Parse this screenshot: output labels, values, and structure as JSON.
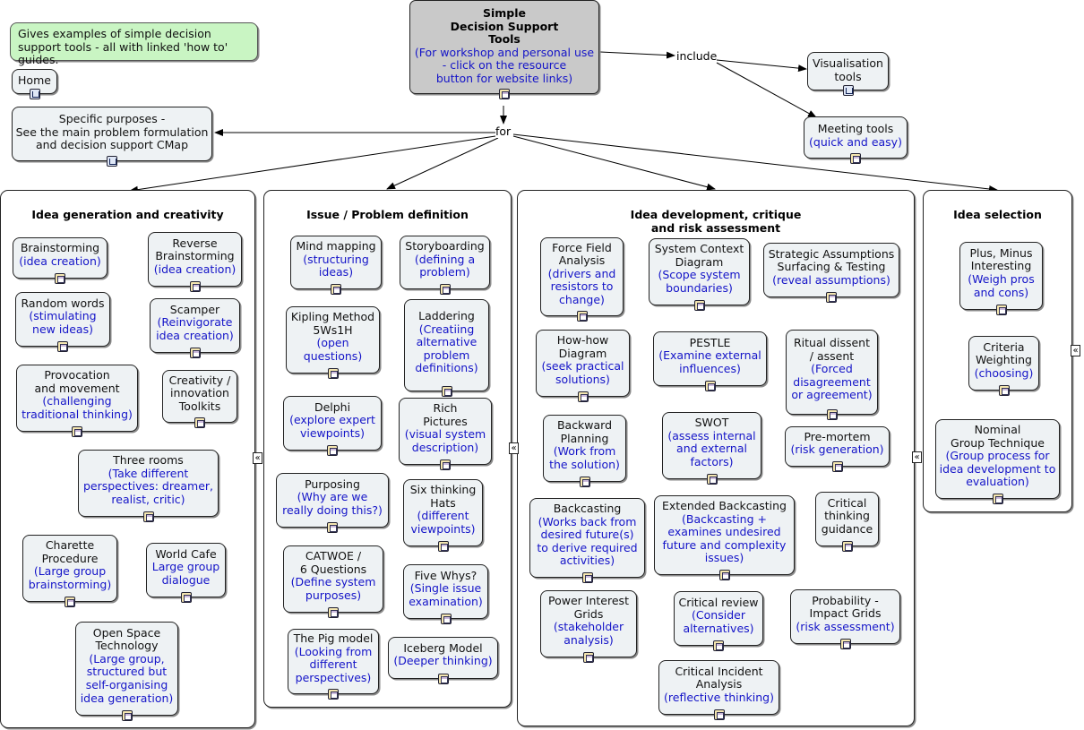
{
  "note": "Gives examples of simple decision support tools - all with linked 'how to' guides.",
  "home": "Home",
  "root": {
    "title_lines": [
      "Simple",
      "Decision Support",
      "Tools"
    ],
    "sub_lines": [
      "(For workshop and personal use",
      "- click on the resource",
      "button for website links)"
    ]
  },
  "links": {
    "include": "include",
    "for": "for"
  },
  "top": {
    "visual": [
      "Visualisation",
      "tools"
    ],
    "meeting": {
      "title": "Meeting tools",
      "sub": "(quick and easy)"
    },
    "specific": [
      "Specific purposes -",
      "See the main problem formulation",
      "and decision support CMap"
    ]
  },
  "containers": {
    "idea_gen": "Idea generation and creativity",
    "issue": "Issue / Problem definition",
    "idea_dev": [
      "Idea development, critique",
      "and risk assessment"
    ],
    "idea_sel": "Idea selection"
  },
  "nodes": {
    "brainstorming": {
      "t": [
        "Brainstorming"
      ],
      "h": [
        "(idea creation)"
      ]
    },
    "reverse": {
      "t": [
        "Reverse",
        "Brainstorming"
      ],
      "h": [
        "(idea creation)"
      ]
    },
    "random": {
      "t": [
        "Random words"
      ],
      "h": [
        "(stimulating",
        "new ideas)"
      ]
    },
    "scamper": {
      "t": [
        "Scamper"
      ],
      "h": [
        "(Reinvigorate",
        "idea creation)"
      ]
    },
    "provocation": {
      "t": [
        "Provocation",
        "and movement"
      ],
      "h": [
        "(challenging",
        "traditional thinking)"
      ]
    },
    "creativity": {
      "t": [
        "Creativity /",
        "innovation",
        "Toolkits"
      ],
      "h": []
    },
    "three": {
      "t": [
        "Three rooms"
      ],
      "h": [
        "(Take different",
        "perspectives: dreamer,",
        "realist, critic)"
      ]
    },
    "charette": {
      "t": [
        "Charette",
        "Procedure"
      ],
      "h": [
        "(Large group",
        "brainstorming)"
      ]
    },
    "worldcafe": {
      "t": [
        "World Cafe"
      ],
      "h": [
        "Large group",
        "dialogue"
      ]
    },
    "openspace": {
      "t": [
        "Open Space",
        "Technology"
      ],
      "h": [
        "(Large group,",
        "structured but",
        "self-organising",
        "idea generation)"
      ]
    },
    "mindmap": {
      "t": [
        "Mind mapping"
      ],
      "h": [
        "(structuring",
        "ideas)"
      ]
    },
    "storyboard": {
      "t": [
        "Storyboarding"
      ],
      "h": [
        "(defining a",
        "problem)"
      ]
    },
    "kipling": {
      "t": [
        "Kipling Method",
        "5Ws1H"
      ],
      "h": [
        "(open",
        "questions)"
      ]
    },
    "laddering": {
      "t": [
        "Laddering"
      ],
      "h": [
        "(Creatiing",
        "alternative",
        "problem",
        "definitions)"
      ]
    },
    "delphi": {
      "t": [
        "Delphi"
      ],
      "h": [
        "(explore expert",
        "viewpoints)"
      ]
    },
    "rich": {
      "t": [
        "Rich",
        "Pictures"
      ],
      "h": [
        "(visual system",
        "description)"
      ]
    },
    "purposing": {
      "t": [
        "Purposing"
      ],
      "h": [
        "(Why are we",
        "really doing this?)"
      ]
    },
    "sixhats": {
      "t": [
        "Six thinking",
        "Hats"
      ],
      "h": [
        "(different",
        "viewpoints)"
      ]
    },
    "catwoe": {
      "t": [
        "CATWOE /",
        "6 Questions"
      ],
      "h": [
        "(Define system",
        "purposes)"
      ]
    },
    "fivewhys": {
      "t": [
        "Five Whys?"
      ],
      "h": [
        "(Single issue",
        "examination)"
      ]
    },
    "pig": {
      "t": [
        "The Pig model"
      ],
      "h": [
        "(Looking from",
        "different",
        "perspectives)"
      ]
    },
    "iceberg": {
      "t": [
        "Iceberg Model"
      ],
      "h": [
        "(Deeper thinking)"
      ]
    },
    "forcefield": {
      "t": [
        "Force Field",
        "Analysis"
      ],
      "h": [
        "(drivers and",
        "resistors to",
        "change)"
      ]
    },
    "syscontext": {
      "t": [
        "System Context",
        "Diagram"
      ],
      "h": [
        "(Scope system",
        "boundaries)"
      ]
    },
    "strategic": {
      "t": [
        "Strategic Assumptions",
        "Surfacing & Testing"
      ],
      "h": [
        "(reveal assumptions)"
      ]
    },
    "howhow": {
      "t": [
        "How-how",
        "Diagram"
      ],
      "h": [
        "(seek practical",
        "solutions)"
      ]
    },
    "pestle": {
      "t": [
        "PESTLE"
      ],
      "h": [
        "(Examine external",
        "influences)"
      ]
    },
    "ritual": {
      "t": [
        "Ritual dissent",
        "/ assent"
      ],
      "h": [
        "(Forced",
        "disagreement",
        "or agreement)"
      ]
    },
    "backplan": {
      "t": [
        "Backward",
        "Planning"
      ],
      "h": [
        "(Work from",
        "the solution)"
      ]
    },
    "swot": {
      "t": [
        "SWOT"
      ],
      "h": [
        "(assess internal",
        "and external",
        "factors)"
      ]
    },
    "premortem": {
      "t": [
        "Pre-mortem"
      ],
      "h": [
        "(risk generation)"
      ]
    },
    "backcasting": {
      "t": [
        "Backcasting"
      ],
      "h": [
        "(Works back from",
        "desired future(s)",
        "to derive required",
        "activities)"
      ]
    },
    "extback": {
      "t": [
        "Extended Backcasting"
      ],
      "h": [
        "(Backcasting +",
        "examines undesired",
        "future and complexity",
        "issues)"
      ]
    },
    "critthink": {
      "t": [
        "Critical",
        "thinking",
        "guidance"
      ],
      "h": []
    },
    "power": {
      "t": [
        "Power Interest",
        "Grids"
      ],
      "h": [
        "(stakeholder",
        "analysis)"
      ]
    },
    "critreview": {
      "t": [
        "Critical review"
      ],
      "h": [
        "(Consider",
        "alternatives)"
      ]
    },
    "probability": {
      "t": [
        "Probability -",
        "Impact Grids"
      ],
      "h": [
        "(risk assessment)"
      ]
    },
    "critinc": {
      "t": [
        "Critical Incident",
        "Analysis"
      ],
      "h": [
        "(reflective thinking)"
      ]
    },
    "pmi": {
      "t": [
        "Plus, Minus",
        "Interesting"
      ],
      "h": [
        "(Weigh pros",
        "and cons)"
      ]
    },
    "criteria": {
      "t": [
        "Criteria",
        "Weighting"
      ],
      "h": [
        "(choosing)"
      ]
    },
    "nominal": {
      "t": [
        "Nominal",
        "Group Technique"
      ],
      "h": [
        "(Group process for",
        "idea development to",
        "evaluation)"
      ]
    }
  }
}
